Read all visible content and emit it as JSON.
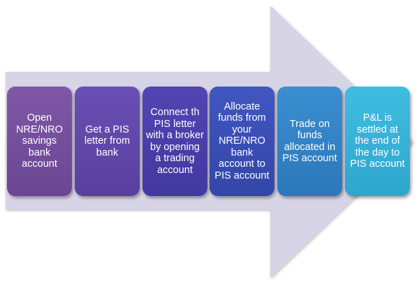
{
  "steps": [
    {
      "label": "Open NRE/NRO savings bank account",
      "color_top": "#7e58a6",
      "color_bottom": "#6a4693"
    },
    {
      "label": "Get a PIS letter from bank",
      "color_top": "#6a4fb4",
      "color_bottom": "#58409f"
    },
    {
      "label": "Connect th PIS letter with a broker by opening a trading account",
      "color_top": "#5245b3",
      "color_bottom": "#42389f"
    },
    {
      "label": "Allocate funds from your NRE/NRO bank account to PIS account",
      "color_top": "#4057c1",
      "color_bottom": "#3346a8"
    },
    {
      "label": "Trade on funds allocated in PIS account",
      "color_top": "#3a8fd1",
      "color_bottom": "#2c77ba"
    },
    {
      "label": "P&L is settled at the end of the day to PIS account",
      "color_top": "#40bde2",
      "color_bottom": "#2ea6cd"
    }
  ],
  "arrow_color": "#d7d4e6"
}
